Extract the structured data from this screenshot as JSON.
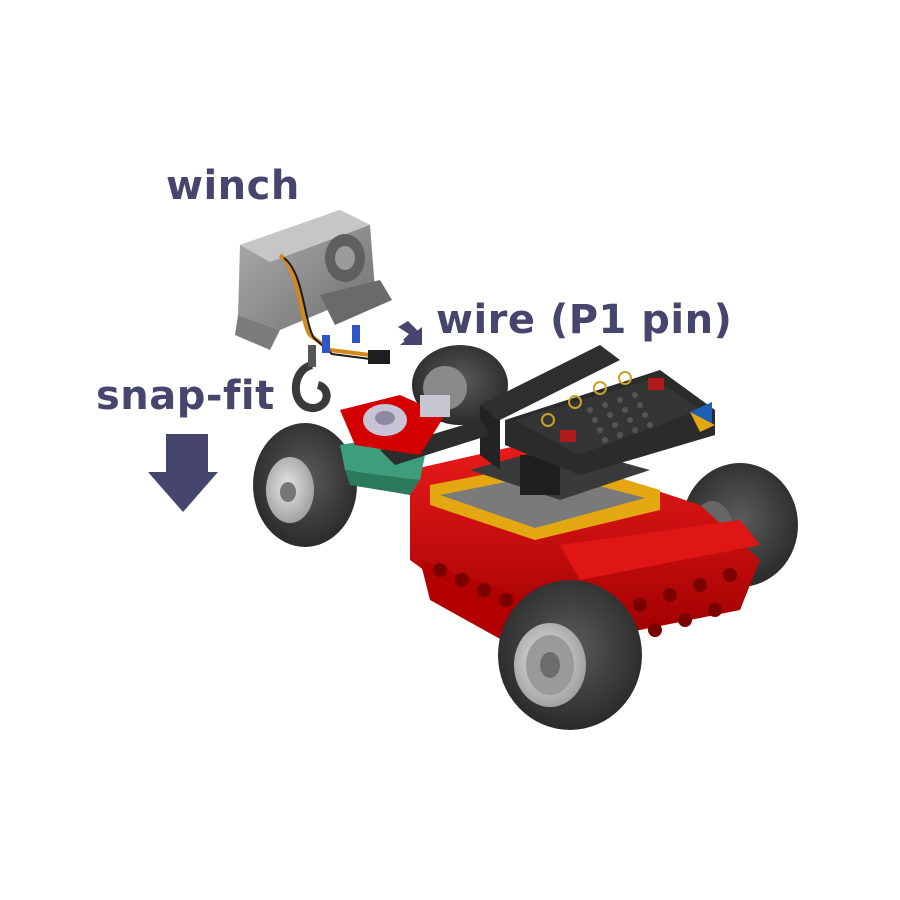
{
  "labels": {
    "winch": "winch",
    "wire": "wire (P1 pin)",
    "snap_fit": "snap-fit"
  },
  "colors": {
    "label_text": "#46456e",
    "arrow": "#46456e",
    "chassis_red": "#d40000",
    "tire": "#3a3a3a",
    "board_black": "#2b2b2b",
    "gold_plate": "#e3a712",
    "teal_part": "#3c9e7a",
    "winch_gray": "#8d8d8d"
  },
  "icons": {
    "down_arrow": "arrow-down-icon",
    "small_arrow": "arrow-right-icon"
  }
}
